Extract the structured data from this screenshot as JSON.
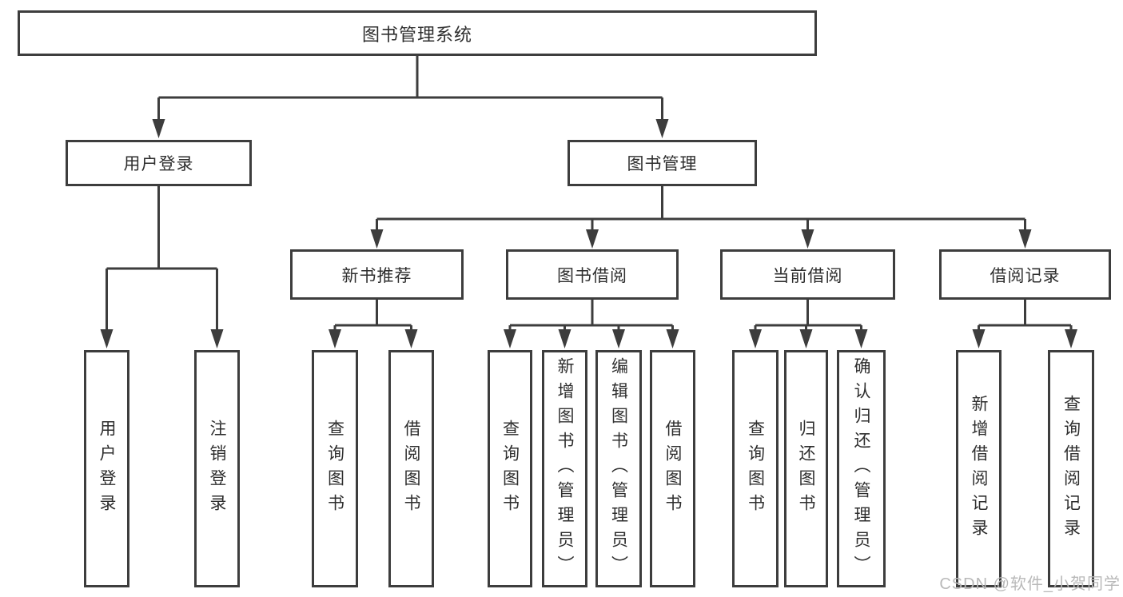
{
  "colors": {
    "line": "#3d3d3d",
    "text": "#2e2e2e",
    "background": "#ffffff",
    "watermark": "#b9b9b9"
  },
  "watermark": {
    "text": "CSDN @软件_小贺同学"
  },
  "tree": {
    "label": "图书管理系统",
    "children": [
      {
        "label": "用户登录",
        "children": [
          {
            "label": "用户登录"
          },
          {
            "label": "注销登录"
          }
        ]
      },
      {
        "label": "图书管理",
        "children": [
          {
            "label": "新书推荐",
            "children": [
              {
                "label": "查询图书"
              },
              {
                "label": "借阅图书"
              }
            ]
          },
          {
            "label": "图书借阅",
            "children": [
              {
                "label": "查询图书"
              },
              {
                "label": "新增图书（管理员）"
              },
              {
                "label": "编辑图书（管理员）"
              },
              {
                "label": "借阅图书"
              }
            ]
          },
          {
            "label": "当前借阅",
            "children": [
              {
                "label": "查询图书"
              },
              {
                "label": "归还图书"
              },
              {
                "label": "确认归还（管理员）"
              }
            ]
          },
          {
            "label": "借阅记录",
            "children": [
              {
                "label": "新增借阅记录"
              },
              {
                "label": "查询借阅记录"
              }
            ]
          }
        ]
      }
    ]
  }
}
